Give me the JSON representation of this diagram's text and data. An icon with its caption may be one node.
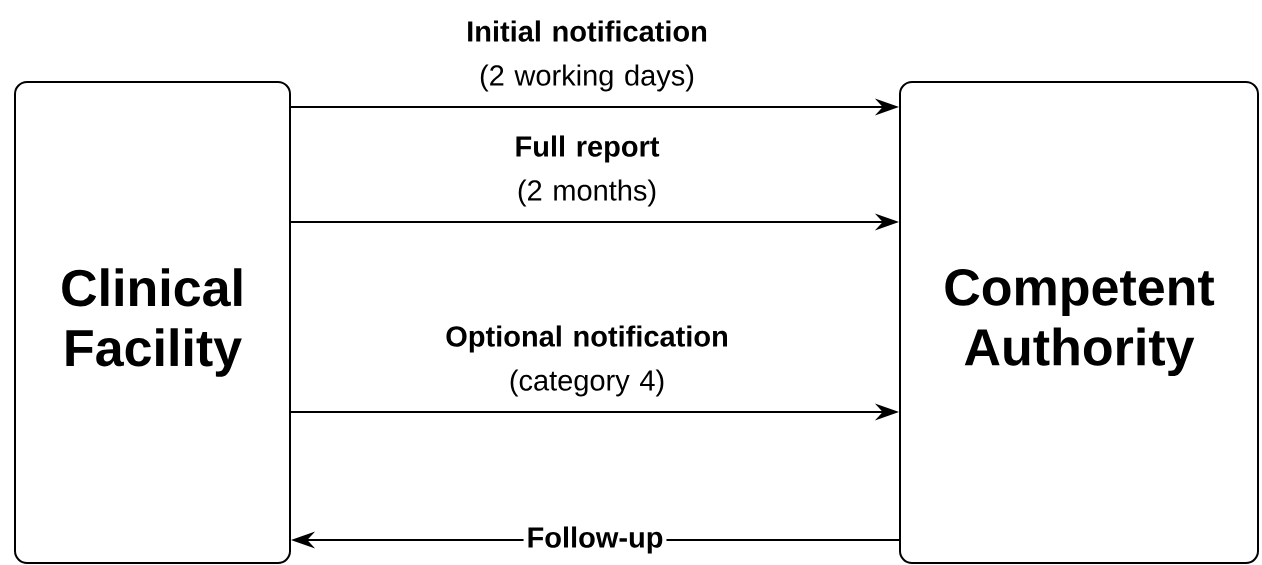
{
  "diagram": {
    "nodes": [
      {
        "text": [
          "Clinical Facility"
        ]
      },
      {
        "text": [
          "Competent Authority"
        ]
      }
    ],
    "edges": [
      {
        "from": 0,
        "to": 1,
        "arrow": "to",
        "label": "**Initial notification** (2 working days)"
      },
      {
        "from": 0,
        "to": 1,
        "arrow": "to",
        "label": "**Full report** (2 months)"
      },
      {
        "from": 0,
        "to": 1,
        "arrow": "to",
        "label": "**Optional notification** (category 4)"
      },
      {
        "from": 1,
        "to": 0,
        "arrow": "to",
        "label": "Follow-up"
      }
    ]
  }
}
